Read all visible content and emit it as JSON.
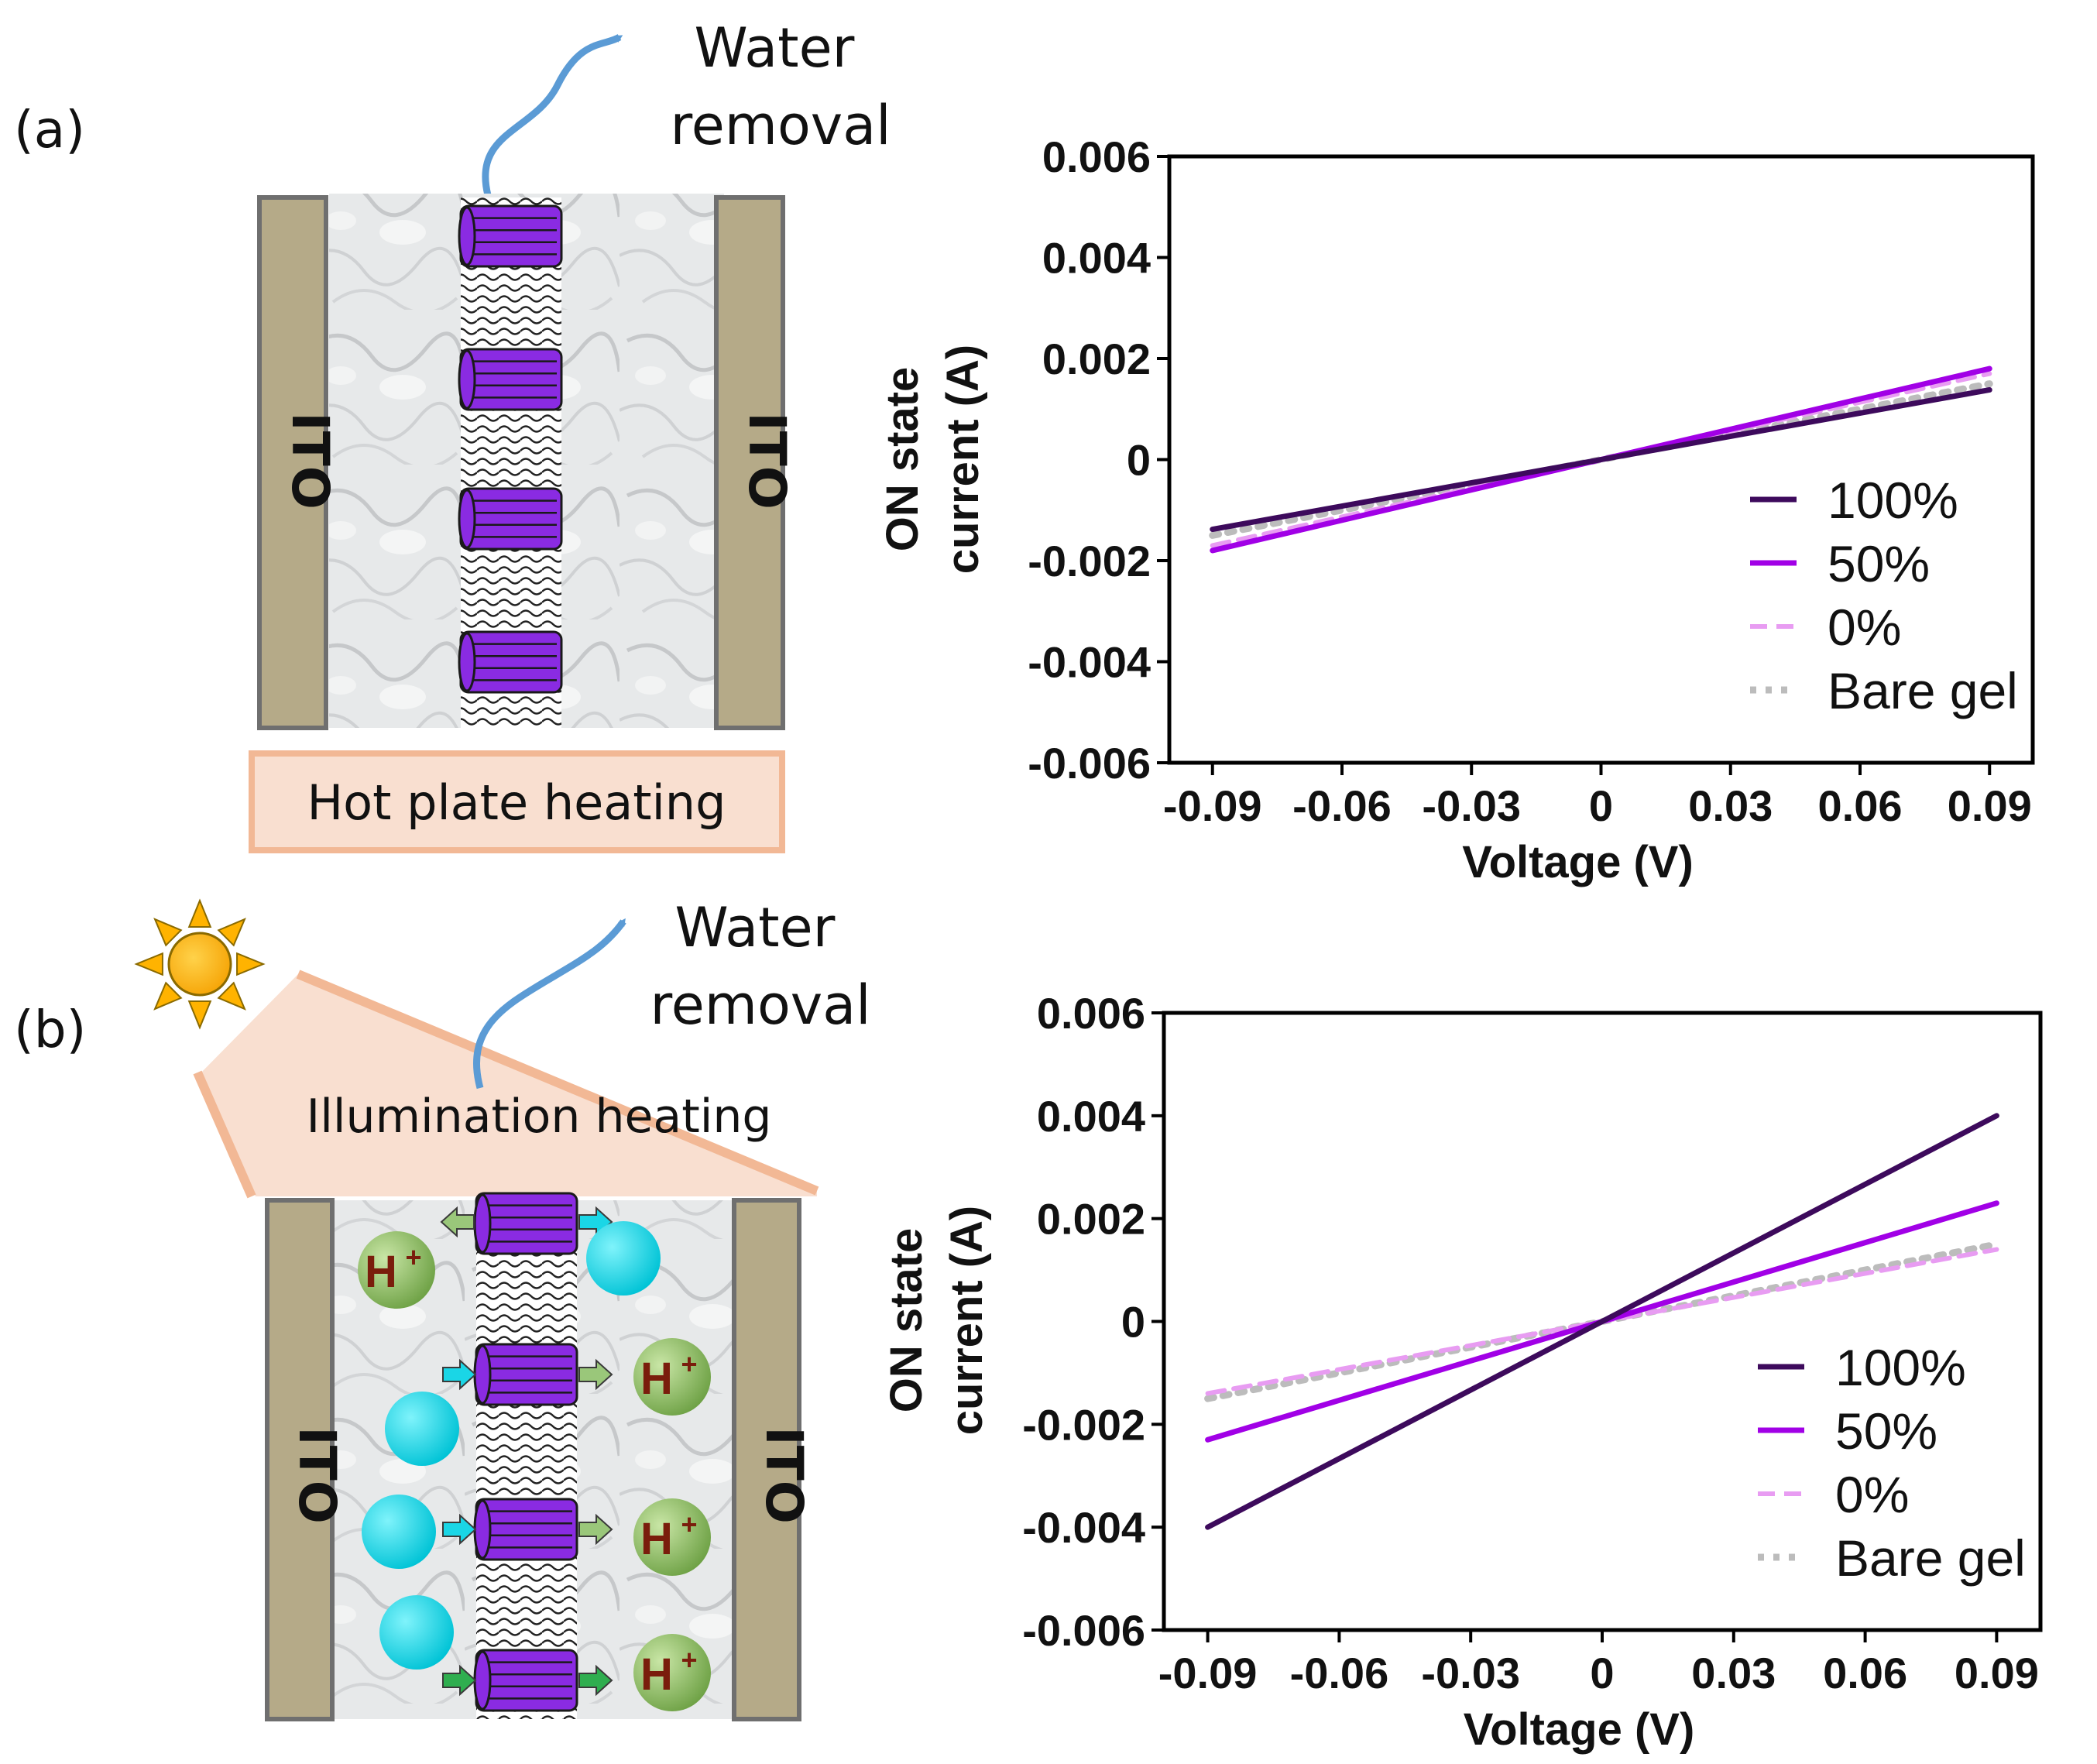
{
  "panels": {
    "a": {
      "label": "(a)",
      "water": [
        "Water",
        "removal"
      ],
      "heating": "Hot plate heating",
      "electrode": "ITO"
    },
    "b": {
      "label": "(b)",
      "water": [
        "Water",
        "removal"
      ],
      "heating": "Illumination heating",
      "electrode": "ITO",
      "ion": "H",
      "ion_charge": "+"
    }
  },
  "colors": {
    "s100": "#3d0a5c",
    "s50": "#a100e6",
    "s0": "#e89cf2",
    "bare": "#bcbcbc",
    "electrode": "#b5aa88",
    "heating_fill": "#f9dfd0",
    "heating_edge": "#f2b895",
    "arrow": "#5b9bd5",
    "channel": "#8a2be2",
    "cation": "#1ad6e6",
    "proton": "#8cbf60",
    "sun": "#ffb300"
  },
  "chart_data": [
    {
      "type": "line",
      "panel": "a",
      "xlabel": "Voltage (V)",
      "ylabel": [
        "ON state",
        "current (A)"
      ],
      "xlim": [
        -0.1,
        0.1
      ],
      "ylim": [
        -0.006,
        0.006
      ],
      "xticks": [
        -0.09,
        -0.06,
        -0.03,
        0,
        0.03,
        0.06,
        0.09
      ],
      "xtick_labels": [
        "-0.09",
        "-0.06",
        "-0.03",
        "0",
        "0.03",
        "0.06",
        "0.09"
      ],
      "yticks": [
        0.006,
        0.004,
        0.002,
        0,
        -0.002,
        -0.004,
        -0.006
      ],
      "ytick_labels": [
        "0.006",
        "0.004",
        "0.002",
        "0",
        "-0.002",
        "-0.004",
        "-0.006"
      ],
      "legend_position": "bottom-right",
      "series": [
        {
          "name": "100%",
          "style": "solid",
          "x": [
            -0.09,
            0.09
          ],
          "y": [
            -0.00138,
            0.00138
          ]
        },
        {
          "name": "50%",
          "style": "solid",
          "x": [
            -0.09,
            0.09
          ],
          "y": [
            -0.0018,
            0.0018
          ]
        },
        {
          "name": "0%",
          "style": "dashed",
          "x": [
            -0.09,
            0.09
          ],
          "y": [
            -0.0017,
            0.0017
          ]
        },
        {
          "name": "Bare gel",
          "style": "dotted",
          "x": [
            -0.09,
            0.09
          ],
          "y": [
            -0.0015,
            0.0015
          ]
        }
      ]
    },
    {
      "type": "line",
      "panel": "b",
      "xlabel": "Voltage (V)",
      "ylabel": [
        "ON state",
        "current (A)"
      ],
      "xlim": [
        -0.1,
        0.1
      ],
      "ylim": [
        -0.006,
        0.006
      ],
      "xticks": [
        -0.09,
        -0.06,
        -0.03,
        0,
        0.03,
        0.06,
        0.09
      ],
      "xtick_labels": [
        "-0.09",
        "-0.06",
        "-0.03",
        "0",
        "0.03",
        "0.06",
        "0.09"
      ],
      "yticks": [
        0.006,
        0.004,
        0.002,
        0,
        -0.002,
        -0.004,
        -0.006
      ],
      "ytick_labels": [
        "0.006",
        "0.004",
        "0.002",
        "0",
        "-0.002",
        "-0.004",
        "-0.006"
      ],
      "legend_position": "bottom-right",
      "series": [
        {
          "name": "100%",
          "style": "solid",
          "x": [
            -0.09,
            0.09
          ],
          "y": [
            -0.004,
            0.004
          ]
        },
        {
          "name": "50%",
          "style": "solid",
          "x": [
            -0.09,
            0.09
          ],
          "y": [
            -0.0023,
            0.0023
          ]
        },
        {
          "name": "0%",
          "style": "dashed",
          "x": [
            -0.09,
            0.09
          ],
          "y": [
            -0.0014,
            0.0014
          ]
        },
        {
          "name": "Bare gel",
          "style": "dotted",
          "x": [
            -0.09,
            0.09
          ],
          "y": [
            -0.0015,
            0.0015
          ]
        }
      ]
    }
  ]
}
